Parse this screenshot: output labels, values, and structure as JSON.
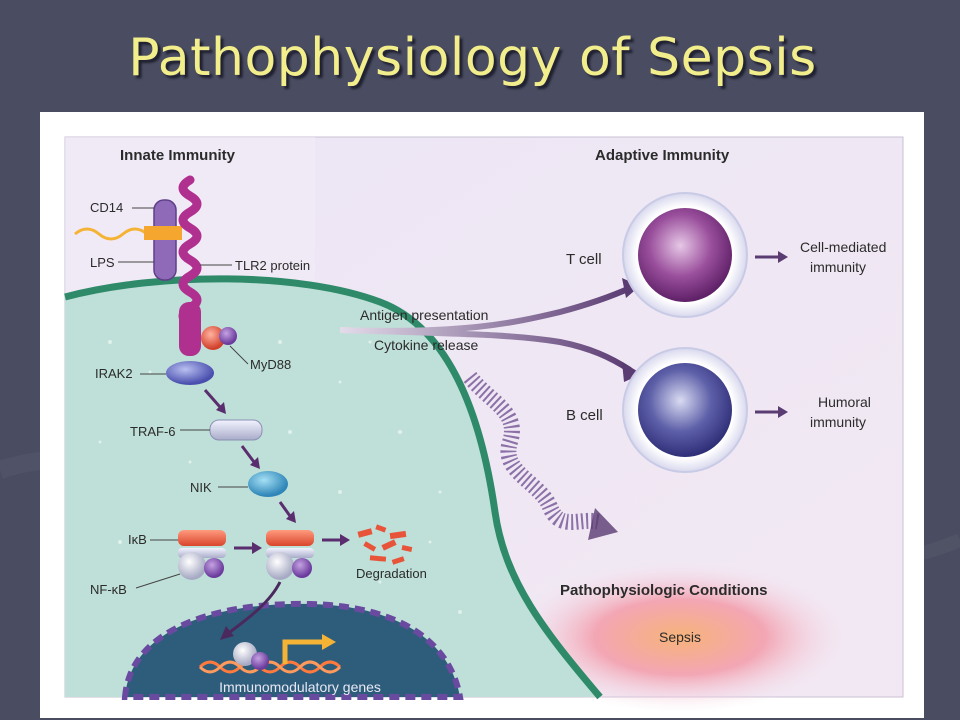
{
  "slide": {
    "title": "Pathophysiology of Sepsis"
  },
  "diagram": {
    "innate_heading": "Innate Immunity",
    "adaptive_heading": "Adaptive Immunity",
    "receptor_labels": {
      "cd14": "CD14",
      "lps": "LPS",
      "tlr2": "TLR2 protein",
      "myd88": "MyD88"
    },
    "pathway_labels": {
      "irak2": "IRAK2",
      "traf6": "TRAF-6",
      "nik": "NIK",
      "ikb": "IκB",
      "nfkb": "NF-κB",
      "degradation": "Degradation"
    },
    "nucleus_label": "Immunomodulatory genes",
    "arrow_labels": {
      "antigen": "Antigen presentation",
      "cytokine": "Cytokine release"
    },
    "cells": {
      "t_cell": "T cell",
      "t_effect_line1": "Cell-mediated",
      "t_effect_line2": "immunity",
      "b_cell": "B cell",
      "b_effect_line1": "Humoral",
      "b_effect_line2": "immunity"
    },
    "conditions_heading": "Pathophysiologic Conditions",
    "sepsis_label": "Sepsis"
  },
  "colors": {
    "title": "#f2ee8c",
    "background": "#4a4c61",
    "cell_fill": "#bfe0d8",
    "membrane": "#2f8a6a",
    "adaptive_bg": "#e8e2f1",
    "t_cell": "#8a3c8e",
    "b_cell": "#4a4a9a",
    "tlr2": "#b0308f",
    "sepsis_glow": "#f3a6a6"
  }
}
